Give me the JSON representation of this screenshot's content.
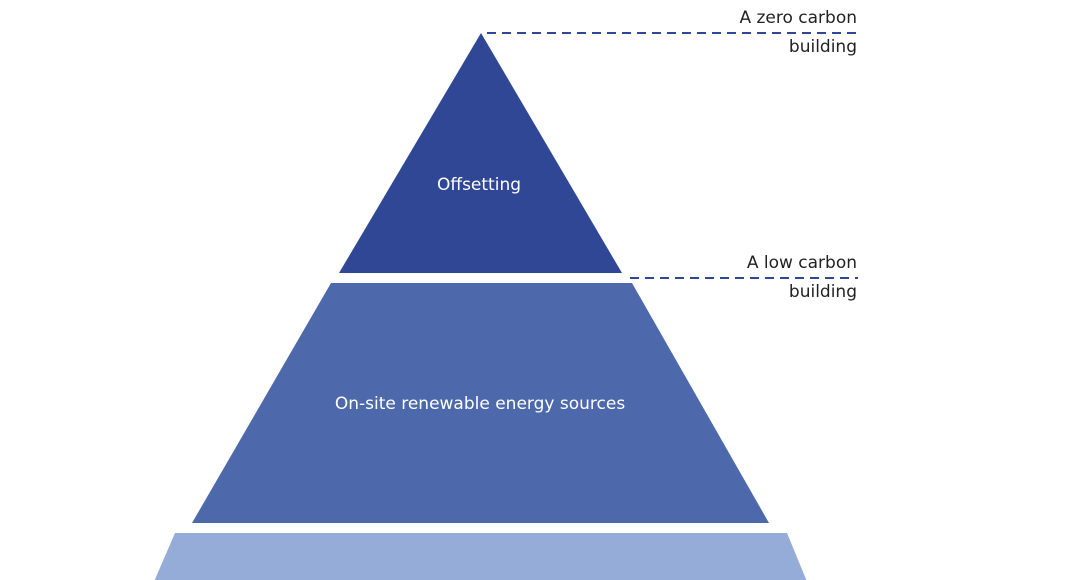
{
  "levels": [
    {
      "label": "Offsetting",
      "color": "#2f4795"
    },
    {
      "label": "On-site renewable energy sources",
      "color": "#4d69ab"
    },
    {
      "label": "",
      "color": "#94acd7"
    }
  ],
  "markers": [
    {
      "line1": "A zero carbon",
      "line2": "building"
    },
    {
      "line1": "A low carbon",
      "line2": "building"
    }
  ],
  "dash_color": "#2f4795"
}
